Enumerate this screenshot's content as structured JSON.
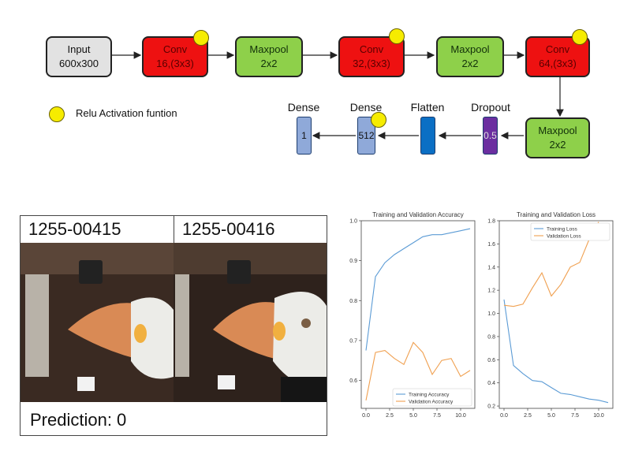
{
  "diagram": {
    "input": {
      "line1": "Input",
      "line2": "600x300"
    },
    "conv1": {
      "line1": "Conv",
      "line2": "16,(3x3)"
    },
    "pool1": {
      "line1": "Maxpool",
      "line2": "2x2"
    },
    "conv2": {
      "line1": "Conv",
      "line2": "32,(3x3)"
    },
    "pool2": {
      "line1": "Maxpool",
      "line2": "2x2"
    },
    "conv3": {
      "line1": "Conv",
      "line2": "64,(3x3)"
    },
    "pool3": {
      "line1": "Maxpool",
      "line2": "2x2"
    },
    "dropout": {
      "label": "Dropout",
      "value": "0.5"
    },
    "flatten": {
      "label": "Flatten"
    },
    "dense512": {
      "label": "Dense",
      "value": "512"
    },
    "dense1": {
      "label": "Dense",
      "value": "1"
    },
    "legend": {
      "text": "Relu Activation funtion"
    },
    "colors": {
      "conv": "#ee1111",
      "pool": "#8ed04a",
      "relu": "#f6ec00",
      "dense": "#8fa9d9",
      "flatten": "#0b6fc4",
      "dropout": "#6b2fa0"
    }
  },
  "photo_panel": {
    "left_id": "1255-00415",
    "right_id": "1255-00416",
    "prediction": "Prediction: 0"
  },
  "chart_data": [
    {
      "type": "line",
      "title": "Training and Validation Accuracy",
      "x": [
        0,
        1,
        2,
        3,
        4,
        5,
        6,
        7,
        8,
        9,
        10,
        11
      ],
      "xticks": [
        "0.0",
        "2.5",
        "5.0",
        "7.5",
        "10.0"
      ],
      "yticks": [
        "0.6",
        "0.7",
        "0.8",
        "0.9",
        "1.0"
      ],
      "xlim": [
        -0.5,
        11.5
      ],
      "ylim": [
        0.53,
        1.0
      ],
      "legend_position": "lower-right",
      "series": [
        {
          "name": "Training Accuracy",
          "color": "#5b9bd5",
          "values": [
            0.675,
            0.86,
            0.895,
            0.915,
            0.93,
            0.945,
            0.96,
            0.965,
            0.965,
            0.97,
            0.975,
            0.98
          ]
        },
        {
          "name": "Validation Accuracy",
          "color": "#f0a050",
          "values": [
            0.55,
            0.67,
            0.675,
            0.655,
            0.64,
            0.695,
            0.67,
            0.615,
            0.65,
            0.655,
            0.61,
            0.625
          ]
        }
      ]
    },
    {
      "type": "line",
      "title": "Training and Validation Loss",
      "x": [
        0,
        1,
        2,
        3,
        4,
        5,
        6,
        7,
        8,
        9,
        10,
        11
      ],
      "xticks": [
        "0.0",
        "2.5",
        "5.0",
        "7.5",
        "10.0"
      ],
      "yticks": [
        "0.2",
        "0.4",
        "0.6",
        "0.8",
        "1.0",
        "1.2",
        "1.4",
        "1.6",
        "1.8"
      ],
      "xlim": [
        -0.5,
        11.5
      ],
      "ylim": [
        0.18,
        1.8
      ],
      "legend_position": "upper-right",
      "series": [
        {
          "name": "Training Loss",
          "color": "#5b9bd5",
          "values": [
            1.12,
            0.55,
            0.48,
            0.42,
            0.41,
            0.36,
            0.31,
            0.3,
            0.28,
            0.26,
            0.25,
            0.23
          ]
        },
        {
          "name": "Validation Loss",
          "color": "#f0a050",
          "values": [
            1.07,
            1.06,
            1.08,
            1.22,
            1.35,
            1.15,
            1.25,
            1.4,
            1.44,
            1.64,
            1.79,
            null
          ]
        }
      ]
    }
  ]
}
